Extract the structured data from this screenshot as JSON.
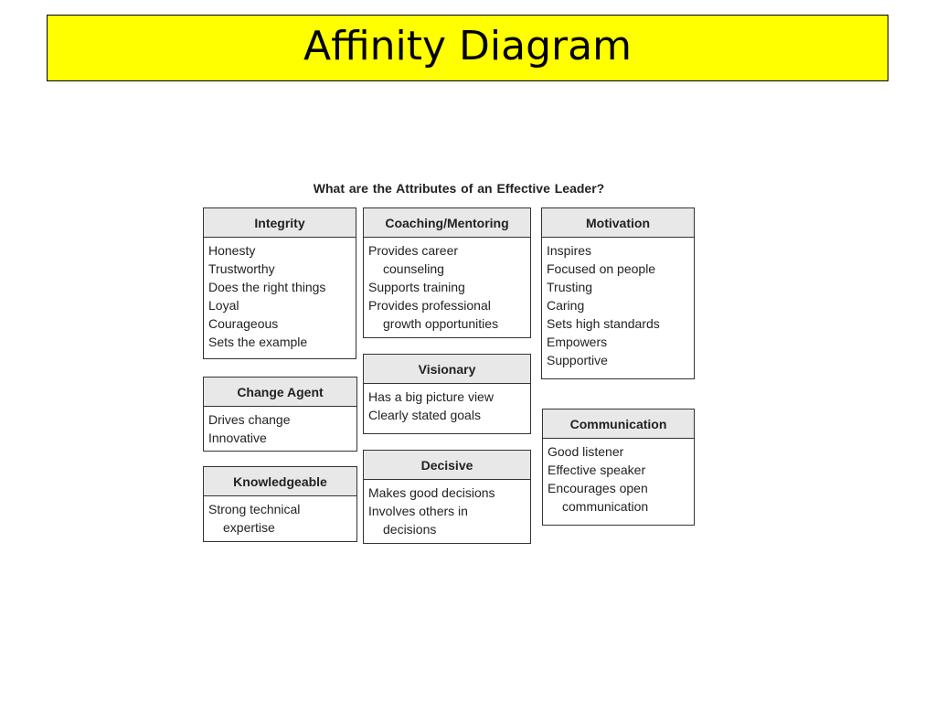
{
  "slide": {
    "title": "Affinity Diagram"
  },
  "diagram": {
    "heading": "What are the Attributes of an Effective Leader?",
    "groups": {
      "integrity": {
        "title": "Integrity",
        "items": [
          "Honesty",
          "Trustworthy",
          "Does the right things",
          "Loyal",
          "Courageous",
          "Sets the example"
        ]
      },
      "coaching": {
        "title": "Coaching/Mentoring",
        "items": [
          [
            "Provides career",
            "counseling"
          ],
          [
            "Supports training"
          ],
          [
            "Provides professional",
            "growth opportunities"
          ]
        ]
      },
      "motivation": {
        "title": "Motivation",
        "items": [
          "Inspires",
          "Focused on people",
          "Trusting",
          "Caring",
          "Sets high standards",
          "Empowers",
          "Supportive"
        ]
      },
      "change_agent": {
        "title": "Change Agent",
        "items": [
          "Drives change",
          "Innovative"
        ]
      },
      "visionary": {
        "title": "Visionary",
        "items": [
          "Has a big picture view",
          "Clearly stated goals"
        ]
      },
      "communication": {
        "title": "Communication",
        "items": [
          [
            "Good listener"
          ],
          [
            "Effective speaker"
          ],
          [
            "Encourages open",
            "communication"
          ]
        ]
      },
      "knowledgeable": {
        "title": "Knowledgeable",
        "items": [
          [
            "Strong technical",
            "expertise"
          ]
        ]
      },
      "decisive": {
        "title": "Decisive",
        "items": [
          [
            "Makes good decisions"
          ],
          [
            "Involves others in",
            "decisions"
          ]
        ]
      }
    }
  }
}
